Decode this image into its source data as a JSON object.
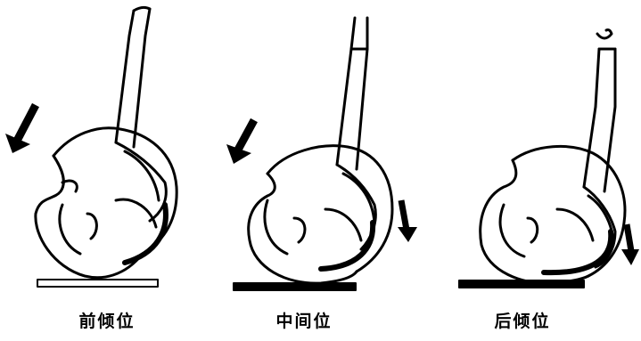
{
  "panels": [
    {
      "label": "前倾位"
    },
    {
      "label": "中间位"
    },
    {
      "label": "后倾位"
    }
  ],
  "colors": {
    "ink": "#000000",
    "background": "#ffffff"
  }
}
